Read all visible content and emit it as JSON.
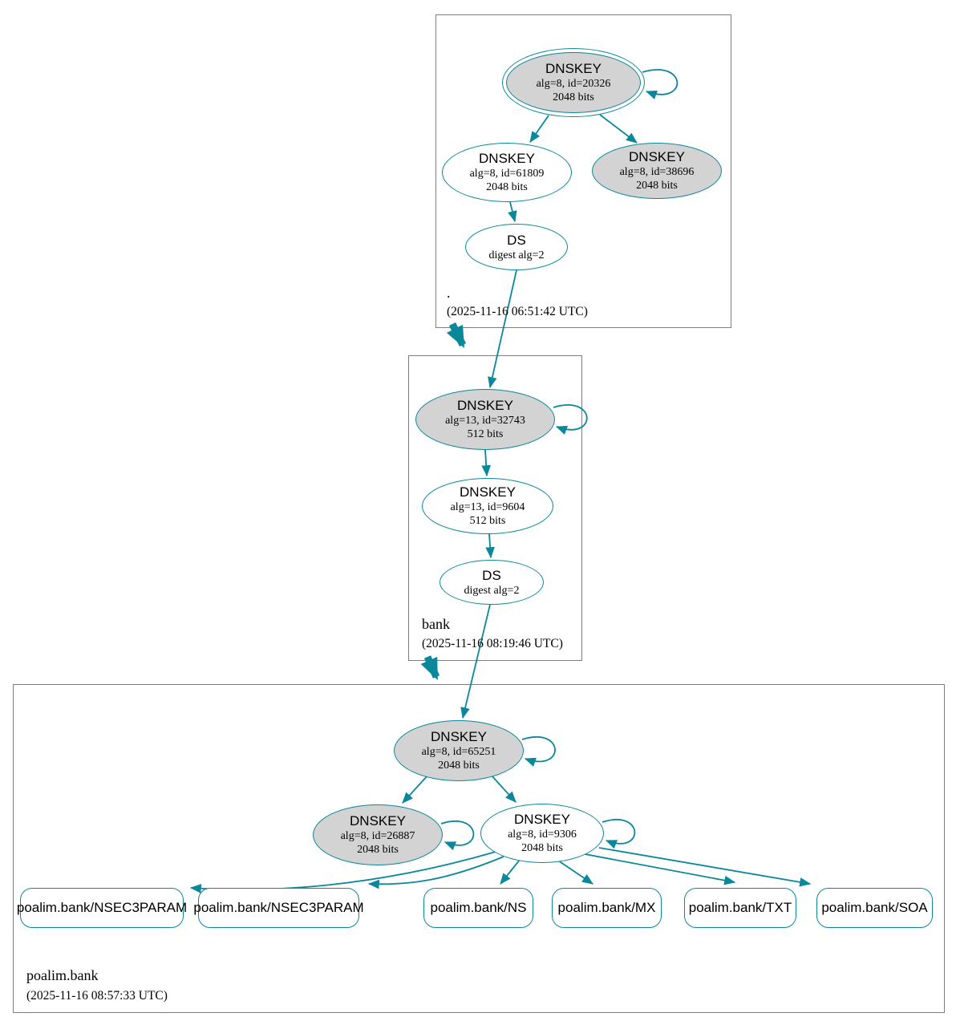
{
  "graph_type": "dnssec-authentication-chain",
  "colors": {
    "edge_secure": "#0a879a",
    "node_fill_signing": "#d3d3d3",
    "node_fill_plain": "#ffffff",
    "zone_box_border": "#7d7d7d"
  },
  "zones": [
    {
      "label": ".",
      "timestamp": "(2025-11-16 06:51:42 UTC)"
    },
    {
      "label": "bank",
      "timestamp": "(2025-11-16 08:19:46 UTC)"
    },
    {
      "label": "poalim.bank",
      "timestamp": "(2025-11-16 08:57:33 UTC)"
    }
  ],
  "nodes": {
    "root_ksk": {
      "title": "DNSKEY",
      "detail": "alg=8, id=20326",
      "bits": "2048 bits"
    },
    "root_zsk": {
      "title": "DNSKEY",
      "detail": "alg=8, id=61809",
      "bits": "2048 bits"
    },
    "root_key2": {
      "title": "DNSKEY",
      "detail": "alg=8, id=38696",
      "bits": "2048 bits"
    },
    "root_ds": {
      "title": "DS",
      "detail": "digest alg=2"
    },
    "bank_ksk": {
      "title": "DNSKEY",
      "detail": "alg=13, id=32743",
      "bits": "512 bits"
    },
    "bank_zsk": {
      "title": "DNSKEY",
      "detail": "alg=13, id=9604",
      "bits": "512 bits"
    },
    "bank_ds": {
      "title": "DS",
      "detail": "digest alg=2"
    },
    "pb_ksk": {
      "title": "DNSKEY",
      "detail": "alg=8, id=65251",
      "bits": "2048 bits"
    },
    "pb_key2": {
      "title": "DNSKEY",
      "detail": "alg=8, id=26887",
      "bits": "2048 bits"
    },
    "pb_zsk": {
      "title": "DNSKEY",
      "detail": "alg=8, id=9306",
      "bits": "2048 bits"
    },
    "rrsets": [
      {
        "label": "poalim.bank/NSEC3PARAM"
      },
      {
        "label": "poalim.bank/NSEC3PARAM"
      },
      {
        "label": "poalim.bank/NS"
      },
      {
        "label": "poalim.bank/MX"
      },
      {
        "label": "poalim.bank/TXT"
      },
      {
        "label": "poalim.bank/SOA"
      }
    ]
  }
}
